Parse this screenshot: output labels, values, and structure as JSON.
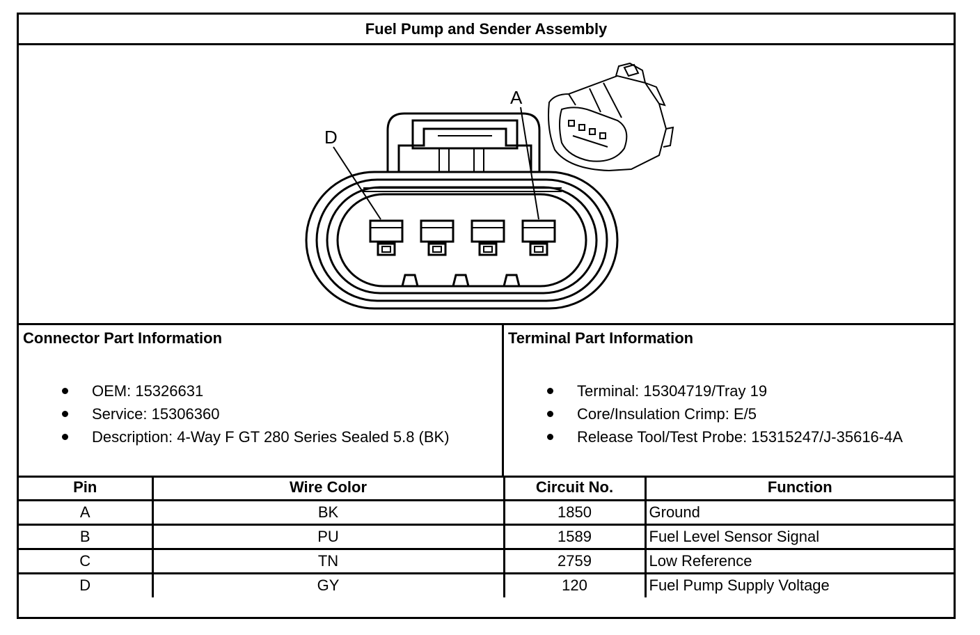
{
  "title": "Fuel Pump and Sender Assembly",
  "diagram": {
    "label_a": "A",
    "label_d": "D"
  },
  "connector_info": {
    "heading": "Connector Part Information",
    "items": [
      "OEM: 15326631",
      "Service: 15306360",
      "Description: 4-Way F GT 280 Series Sealed 5.8 (BK)"
    ]
  },
  "terminal_info": {
    "heading": "Terminal Part Information",
    "items": [
      "Terminal: 15304719/Tray 19",
      "Core/Insulation Crimp: E/5",
      "Release Tool/Test Probe: 15315247/J-35616-4A"
    ]
  },
  "table": {
    "headers": [
      "Pin",
      "Wire Color",
      "Circuit No.",
      "Function"
    ],
    "rows": [
      [
        "A",
        "BK",
        "1850",
        "Ground"
      ],
      [
        "B",
        "PU",
        "1589",
        "Fuel Level Sensor Signal"
      ],
      [
        "C",
        "TN",
        "2759",
        "Low Reference"
      ],
      [
        "D",
        "GY",
        "120",
        "Fuel Pump Supply Voltage"
      ]
    ]
  }
}
